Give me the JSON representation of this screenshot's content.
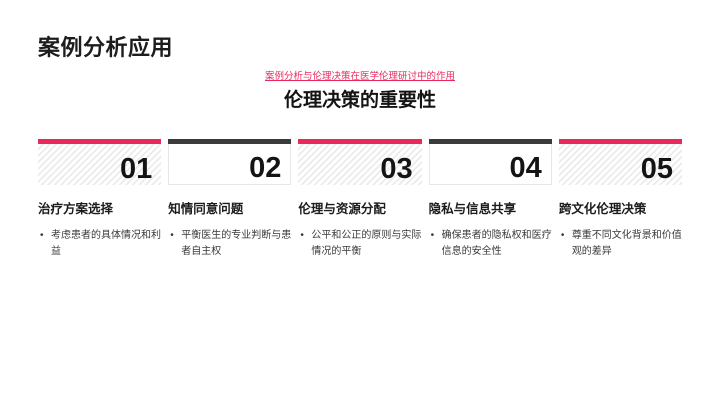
{
  "slide": {
    "title": "案例分析应用",
    "subtitle": "案例分析与伦理决策在医学伦理研讨中的作用",
    "section_heading": "伦理决策的重要性"
  },
  "colors": {
    "accent_pink": "#e9295e",
    "accent_dark": "#3b3b3b",
    "text_dark": "#141414"
  },
  "columns": [
    {
      "number": "01",
      "accent": "pink",
      "heading": "治疗方案选择",
      "bullet": "考虑患者的具体情况和利益"
    },
    {
      "number": "02",
      "accent": "dark",
      "heading": "知情同意问题",
      "bullet": "平衡医生的专业判断与患者自主权"
    },
    {
      "number": "03",
      "accent": "pink",
      "heading": "伦理与资源分配",
      "bullet": "公平和公正的原则与实际情况的平衡"
    },
    {
      "number": "04",
      "accent": "dark",
      "heading": "隐私与信息共享",
      "bullet": "确保患者的隐私权和医疗信息的安全性"
    },
    {
      "number": "05",
      "accent": "pink",
      "heading": "跨文化伦理决策",
      "bullet": "尊重不同文化背景和价值观的差异"
    }
  ]
}
